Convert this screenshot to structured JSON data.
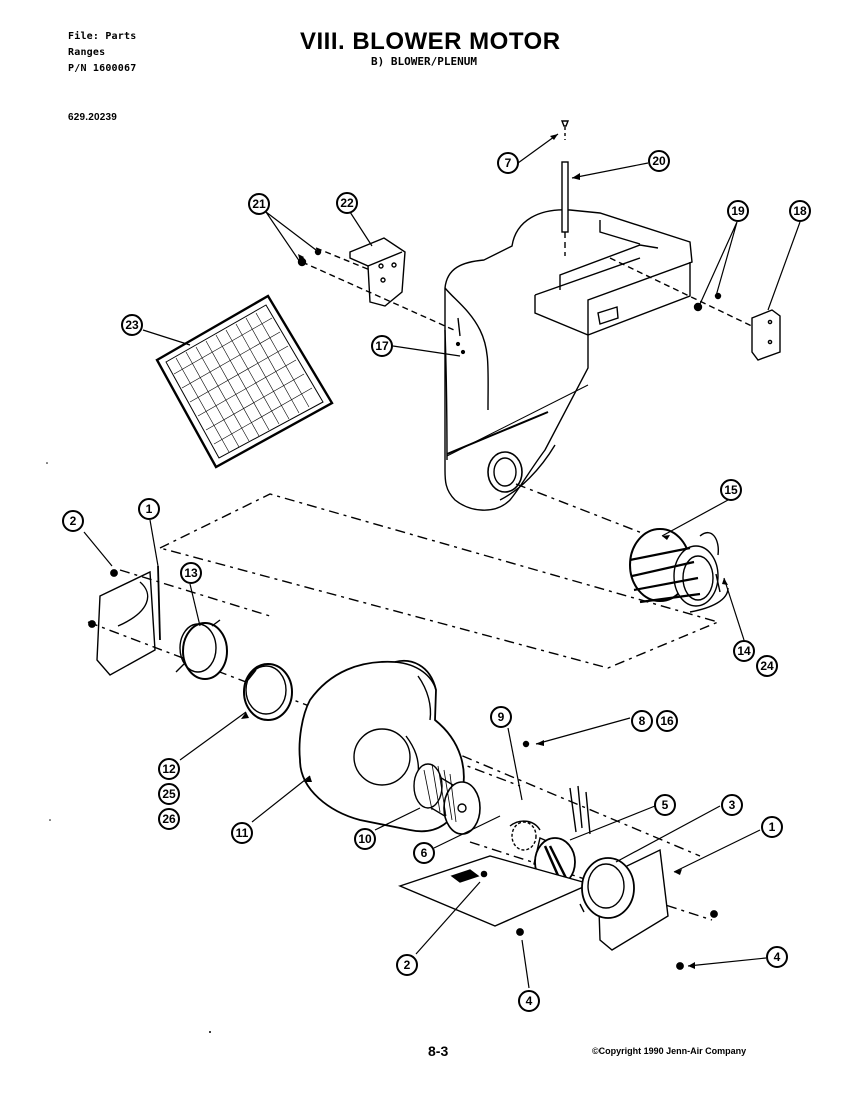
{
  "header": {
    "file_line": "File: Parts",
    "category_line": "Ranges",
    "part_number_line": "P/N 1600067",
    "model_number": "629.20239"
  },
  "title": {
    "main": "VIII. BLOWER MOTOR",
    "sub": "B) BLOWER/PLENUM"
  },
  "callouts": [
    "7",
    "20",
    "21",
    "22",
    "19",
    "18",
    "23",
    "17",
    "15",
    "2",
    "1",
    "13",
    "14",
    "24",
    "12",
    "25",
    "26",
    "11",
    "10",
    "9",
    "8",
    "16",
    "5",
    "3",
    "1",
    "6",
    "4",
    "2",
    "4"
  ],
  "footer": {
    "page_number": "8-3",
    "copyright": "©Copyright 1990 Jenn-Air Company"
  }
}
